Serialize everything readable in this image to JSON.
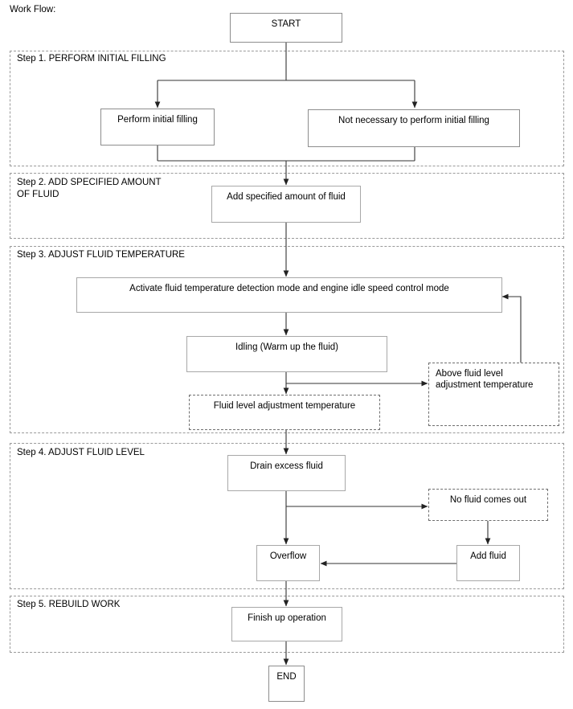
{
  "diagram": {
    "caption": "Work Flow:",
    "type": "flowchart",
    "terminals": {
      "start": "START",
      "end": "END"
    },
    "groups": [
      {
        "id": "step1",
        "label": "Step 1. PERFORM INITIAL FILLING"
      },
      {
        "id": "step2",
        "label": "Step 2. ADD SPECIFIED AMOUNT\nOF FLUID"
      },
      {
        "id": "step3",
        "label": "Step 3. ADJUST FLUID TEMPERATURE"
      },
      {
        "id": "step4",
        "label": "Step 4. ADJUST FLUID LEVEL"
      },
      {
        "id": "step5",
        "label": "Step 5. REBUILD WORK"
      }
    ],
    "nodes": [
      {
        "id": "perform-initial-filling",
        "label": "Perform initial filling",
        "style": "solid"
      },
      {
        "id": "not-necessary-initial-filling",
        "label": "Not necessary to perform initial filling",
        "style": "solid"
      },
      {
        "id": "add-specified-amount-of-fluid",
        "label": "Add specified amount of fluid",
        "style": "solid"
      },
      {
        "id": "activate-detection-mode",
        "label": "Activate fluid temperature detection mode and engine idle speed control mode",
        "style": "solid"
      },
      {
        "id": "idling-warm-up",
        "label": "Idling (Warm up the fluid)",
        "style": "solid"
      },
      {
        "id": "fluid-level-adjustment-temperature",
        "label": "Fluid level adjustment temperature",
        "style": "dashed"
      },
      {
        "id": "above-fluid-level-adjustment-temperature",
        "label": "Above fluid level\nadjustment temperature",
        "style": "dashed"
      },
      {
        "id": "drain-excess-fluid",
        "label": "Drain excess fluid",
        "style": "solid"
      },
      {
        "id": "no-fluid-comes-out",
        "label": "No fluid comes out",
        "style": "dashed"
      },
      {
        "id": "add-fluid",
        "label": "Add fluid",
        "style": "solid"
      },
      {
        "id": "overflow",
        "label": "Overflow",
        "style": "solid"
      },
      {
        "id": "finish-up-operation",
        "label": "Finish up operation",
        "style": "solid"
      }
    ],
    "colors": {
      "background": "#ffffff",
      "node_border": "#a8a8a8",
      "dashed_border": "#6e6e6e",
      "group_border": "#9a9a9a",
      "edge": "#333333",
      "text": "#000000"
    }
  }
}
